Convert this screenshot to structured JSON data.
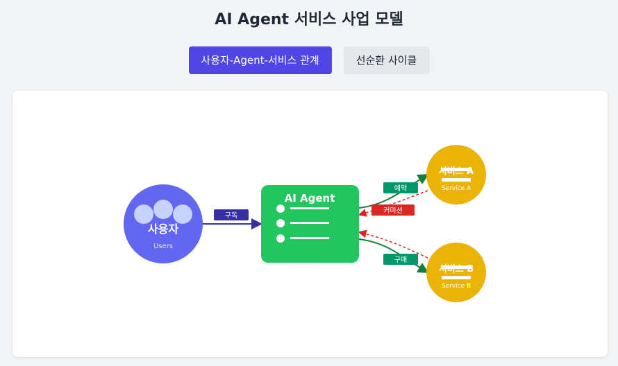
{
  "title": "AI Agent 서비스 사업 모델",
  "tabs": [
    {
      "label": "사용자-Agent-서비스 관계",
      "active": true
    },
    {
      "label": "선순환 사이클",
      "active": false
    }
  ],
  "diagram": {
    "user_node": {
      "title": "사용자",
      "subtitle": "Users"
    },
    "agent_node": {
      "title": "AI Agent"
    },
    "service_a": {
      "title": "서비스 A",
      "subtitle": "Service A"
    },
    "service_b": {
      "title": "서비스 B",
      "subtitle": "Service B"
    },
    "edges": {
      "subscribe": "구독",
      "reserve": "예약",
      "commission": "커미션",
      "purchase": "구매"
    }
  },
  "colors": {
    "accent": "#4f46e5",
    "user": "#6366f1",
    "agent": "#22c55e",
    "service": "#eab308",
    "edge_green": "#15803d",
    "edge_red": "#dc2626"
  }
}
